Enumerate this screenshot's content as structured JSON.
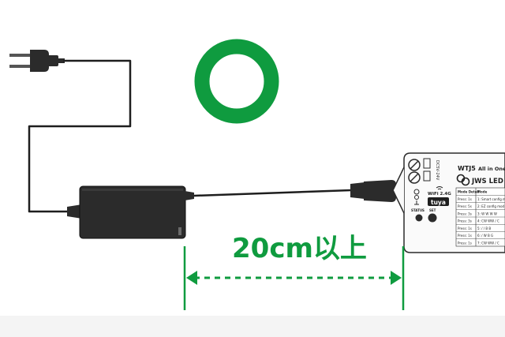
{
  "controller": {
    "model": "WTJ5",
    "title_prefix": "All in One Co",
    "brand": "JWS LED",
    "wifi_label": "WiFi 2.4G",
    "tuya_label": "tuya",
    "status_label": "STATUS",
    "set_label": "SET",
    "terminal_label": "DC5V-24V",
    "table_headers": [
      "Mode Detail",
      "Mode"
    ],
    "table_rows": [
      [
        "Press: 1s",
        "1: Smart config m"
      ],
      [
        "Press: 5s",
        "2: EZ config mod"
      ],
      [
        "Press: 3s",
        "3: W W W W"
      ],
      [
        "Press: 3s",
        "4: CW WW / C"
      ],
      [
        "Press: 1s",
        "5: / / B B"
      ],
      [
        "Press: 1s",
        "6: / W B G"
      ],
      [
        "Press: 1s",
        "7: CW WW / C"
      ]
    ]
  },
  "distance": {
    "label": "20cm以上"
  },
  "colors": {
    "accent": "#0f9b3f",
    "ring": "#0f9b3f",
    "cable": "#1e1e1e",
    "adapter": "#2b2b2b"
  }
}
